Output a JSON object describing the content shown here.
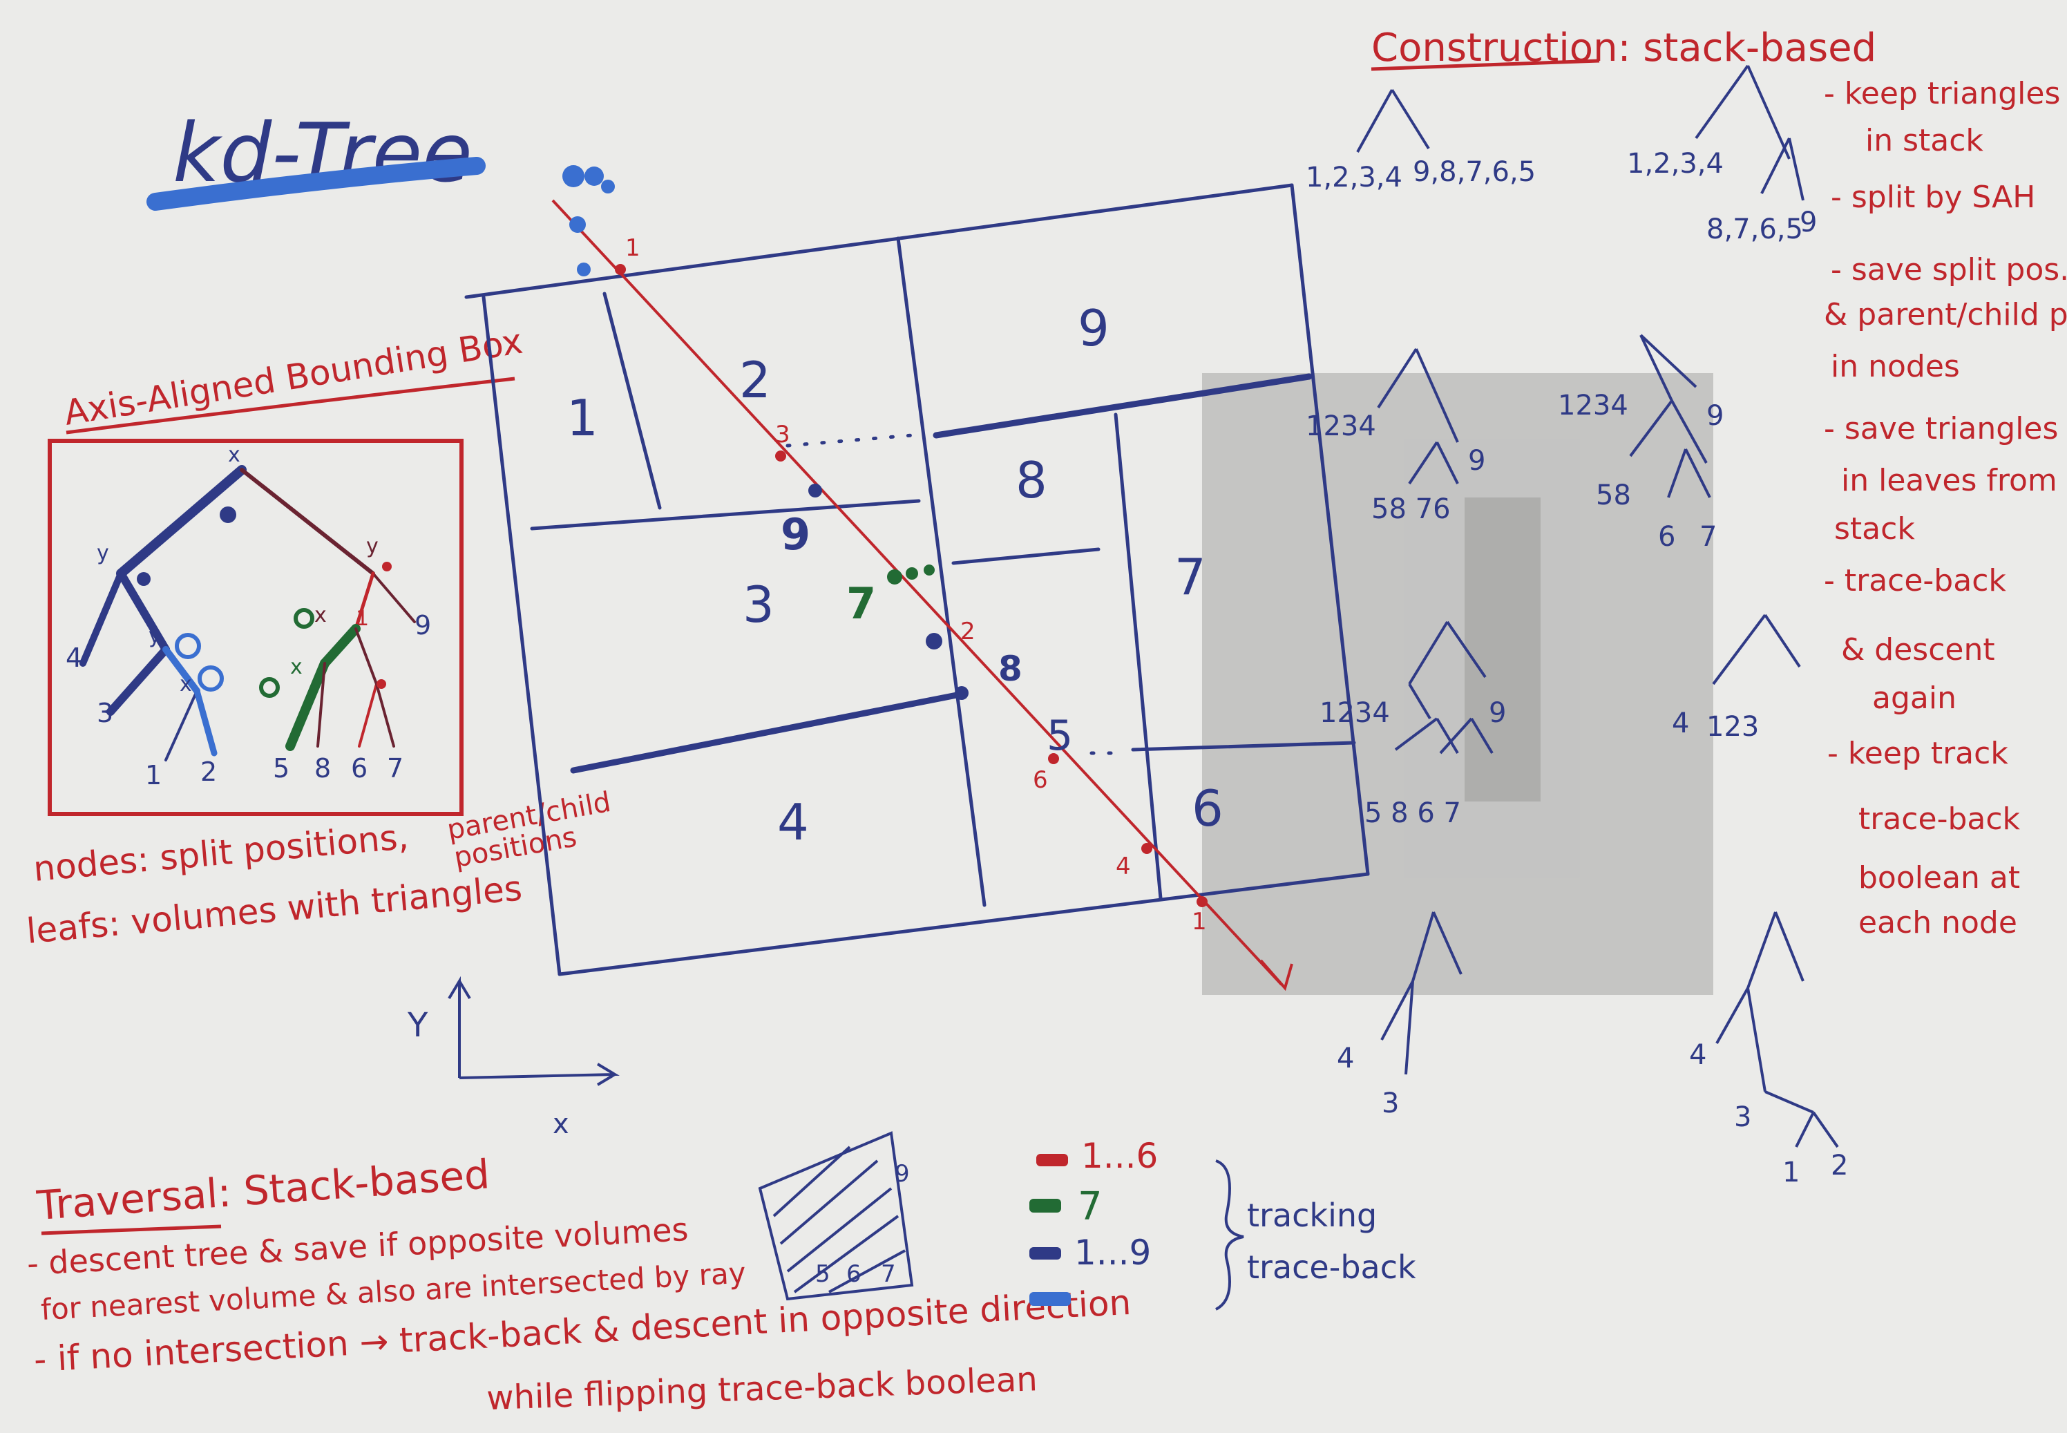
{
  "title": "kd-Tree",
  "aabb": {
    "heading": "Axis-Aligned Bounding Box",
    "leaves": [
      "1",
      "2",
      "5",
      "8",
      "6",
      "7"
    ],
    "side_labels": [
      "4",
      "3",
      "9"
    ],
    "node_labels": [
      "x",
      "y",
      "y",
      "y",
      "x",
      "x",
      "x",
      "1"
    ],
    "notes": {
      "nodes_line": "nodes: split positions,",
      "parent_child": "parent/child",
      "positions": "positions",
      "leafs_line": "leafs: volumes with triangles"
    }
  },
  "grid": {
    "regions": [
      "1",
      "2",
      "9",
      "8",
      "3",
      "7",
      "4",
      "6"
    ],
    "ray_points": [
      "1",
      "3",
      "2",
      "5",
      "6",
      "4",
      "1"
    ],
    "markers": [
      "9",
      "7",
      "8"
    ],
    "axis_x": "x",
    "axis_y": "Y"
  },
  "construction": {
    "heading": "Construction: stack-based",
    "tree1": {
      "left": "1,2,3,4",
      "right": "9,8,7,6,5"
    },
    "tree2": {
      "left": "1,2,3,4",
      "mid": "8,7,6,5",
      "right": "9"
    },
    "tree3": {
      "left": "1234",
      "right": "9",
      "sub": "58 76"
    },
    "tree4": {
      "left": "1234",
      "right": "9",
      "sub_left": "58",
      "sub_a": "6",
      "sub_b": "7"
    },
    "tree5": {
      "left": "1234",
      "right": "9",
      "leaves": "5 8 6 7"
    },
    "tree6": {
      "left": "4",
      "right": "123"
    },
    "tree7": {
      "a": "4",
      "b": "3"
    },
    "tree8": {
      "a": "4",
      "b": "3",
      "c": "1",
      "d": "2"
    },
    "notes": [
      "- keep triangles",
      "in stack",
      "- split by SAH",
      "- save split pos.",
      "& parent/child pos",
      "in nodes",
      "- save triangles",
      "in leaves from",
      "stack",
      "- trace-back",
      "& descent",
      "again",
      "- keep track",
      "trace-back",
      "boolean at",
      "each node"
    ]
  },
  "traversal": {
    "heading": "Traversal: Stack-based",
    "line1": "- descent tree & save if opposite volumes",
    "line2": "for nearest volume & also are intersected by ray",
    "line3": "- if no intersection → track-back & descent in opposite direction",
    "line4": "while flipping trace-back boolean",
    "mini_labels": [
      "9",
      "5",
      "6",
      "7"
    ]
  },
  "legend": {
    "items": [
      {
        "label": "1...6",
        "color": "#c0262c"
      },
      {
        "label": "7",
        "color": "#226b34"
      },
      {
        "label": "1...9",
        "color": "#2f3a86"
      },
      {
        "label": "",
        "color": "#3a6fd0"
      }
    ],
    "tracking": "tracking",
    "trace_back": "trace-back"
  }
}
